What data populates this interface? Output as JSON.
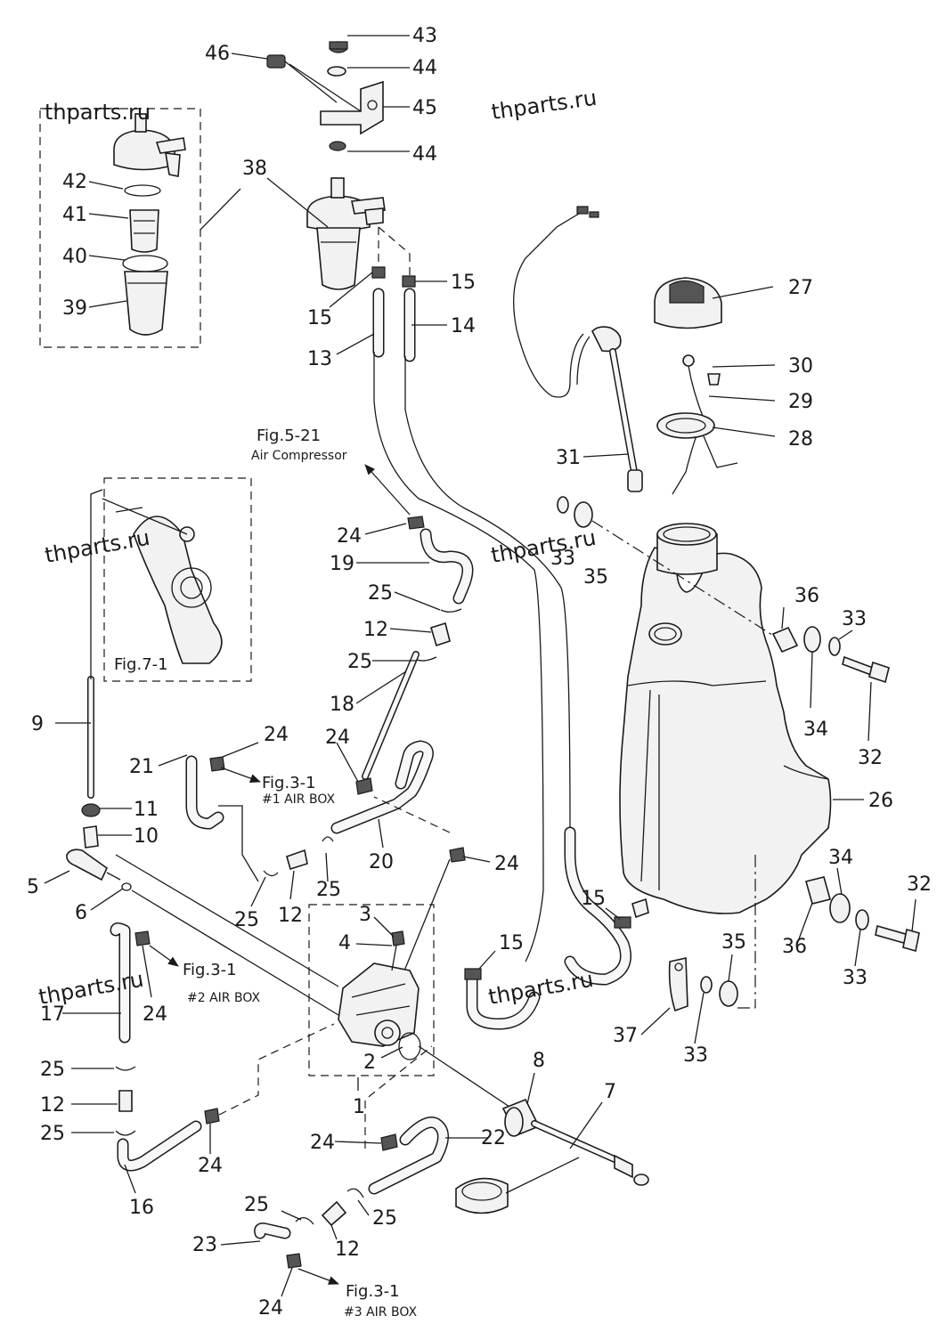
{
  "watermarks": [
    "thparts.ru",
    "thparts.ru",
    "thparts.ru",
    "thparts.ru",
    "thparts.ru"
  ],
  "part_numbers": [
    "43",
    "44",
    "46",
    "45",
    "44",
    "38",
    "42",
    "41",
    "40",
    "39",
    "15",
    "15",
    "13",
    "14",
    "27",
    "30",
    "29",
    "28",
    "31",
    "33",
    "35",
    "36",
    "33",
    "34",
    "32",
    "26",
    "24",
    "19",
    "25",
    "12",
    "25",
    "18",
    "24",
    "9",
    "24",
    "21",
    "11",
    "10",
    "20",
    "24",
    "5",
    "6",
    "25",
    "12",
    "25",
    "3",
    "4",
    "15",
    "15",
    "17",
    "24",
    "25",
    "12",
    "25",
    "2",
    "1",
    "16",
    "24",
    "8",
    "7",
    "22",
    "24",
    "37",
    "33",
    "35",
    "34",
    "36",
    "33",
    "32",
    "25",
    "25",
    "12",
    "23",
    "24"
  ],
  "references": {
    "fig5_21": {
      "title": "Fig.5-21",
      "sub": "Air Compressor"
    },
    "fig7_1": {
      "title": "Fig.7-1"
    },
    "fig3_1_air1": {
      "title": "Fig.3-1",
      "sub": "#1 AIR BOX"
    },
    "fig3_1_air2": {
      "title": "Fig.3-1",
      "sub": "#2 AIR BOX"
    },
    "fig3_1_air3": {
      "title": "Fig.3-1",
      "sub": "#3 AIR BOX"
    }
  }
}
